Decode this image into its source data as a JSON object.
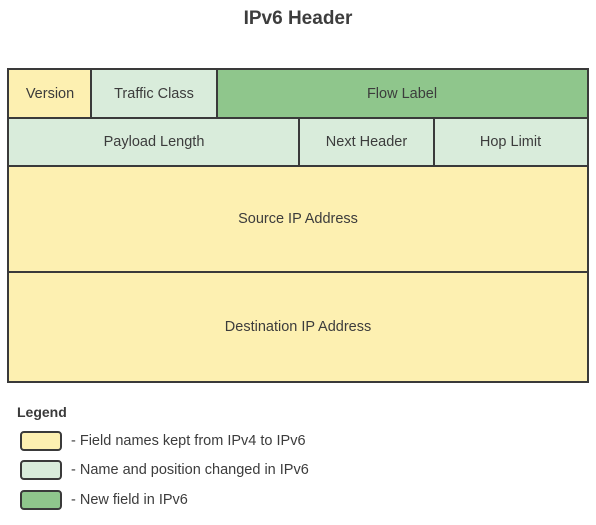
{
  "title": "IPv6 Header",
  "colors": {
    "kept": "#fdf0b1",
    "changed": "#d9ecdb",
    "new": "#8fc68c",
    "border": "#3a3a3a"
  },
  "fields": {
    "version": "Version",
    "traffic_class": "Traffic Class",
    "flow_label": "Flow Label",
    "payload_length": "Payload Length",
    "next_header": "Next Header",
    "hop_limit": "Hop Limit",
    "source_ip": "Source IP Address",
    "destination_ip": "Destination IP Address"
  },
  "legend": {
    "title": "Legend",
    "items": [
      {
        "text": "- Field names kept from IPv4 to IPv6",
        "color": "#fdf0b1"
      },
      {
        "text": "- Name and position changed in IPv6",
        "color": "#d9ecdb"
      },
      {
        "text": "- New field in IPv6",
        "color": "#8fc68c"
      }
    ]
  }
}
